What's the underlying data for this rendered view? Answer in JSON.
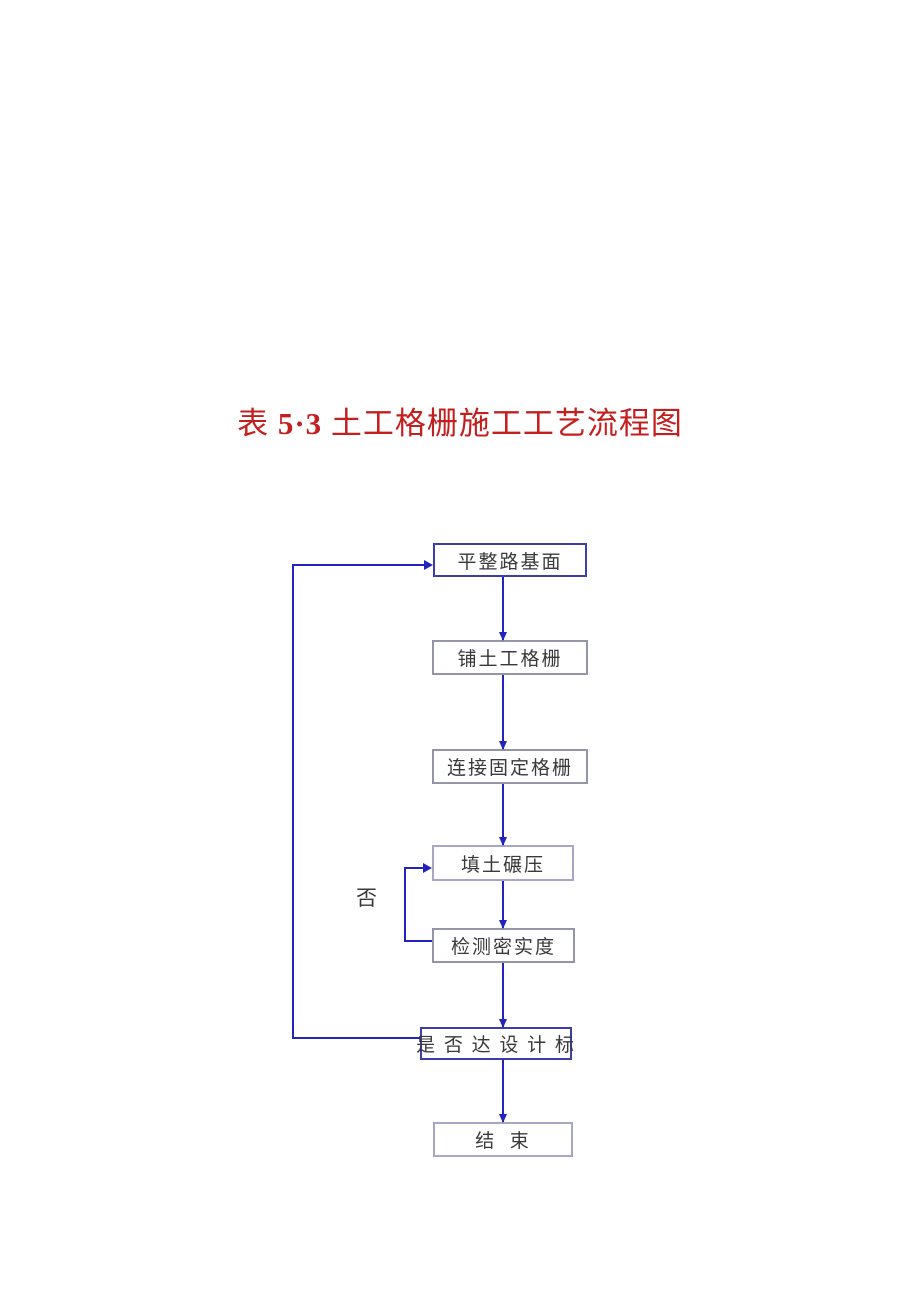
{
  "document": {
    "title": {
      "prefix": "表 ",
      "number": "5·3",
      "suffix": " 土工格栅施工工艺流程图",
      "full": "表 5·3 土工格栅施工工艺流程图",
      "color": "#c41f1f"
    }
  },
  "flowchart": {
    "nodes": [
      {
        "id": "level-subgrade",
        "label": "平整路基面"
      },
      {
        "id": "lay-geogrid",
        "label": "铺土工格栅"
      },
      {
        "id": "connect-fix-grid",
        "label": "连接固定格栅"
      },
      {
        "id": "fill-compact",
        "label": "填土碾压"
      },
      {
        "id": "test-density",
        "label": "检测密实度"
      },
      {
        "id": "check-design-standard",
        "label": "是 否 达 设 计 标"
      },
      {
        "id": "end",
        "label": "结  束"
      }
    ],
    "edges": [
      {
        "from": "level-subgrade",
        "to": "lay-geogrid"
      },
      {
        "from": "lay-geogrid",
        "to": "connect-fix-grid"
      },
      {
        "from": "connect-fix-grid",
        "to": "fill-compact"
      },
      {
        "from": "fill-compact",
        "to": "test-density"
      },
      {
        "from": "test-density",
        "to": "check-design-standard"
      },
      {
        "from": "check-design-standard",
        "to": "end"
      },
      {
        "from": "test-density",
        "to": "fill-compact",
        "label": "否"
      },
      {
        "from": "check-design-standard",
        "to": "level-subgrade"
      }
    ],
    "loop_no_label": "否",
    "colors": {
      "arrow": "#2323bd",
      "box_border_strong": "#3c3cac",
      "box_border_light": "#9496a8",
      "box_border_lavender": "#a8a6c6",
      "box_text": "#3a3a3a"
    }
  }
}
